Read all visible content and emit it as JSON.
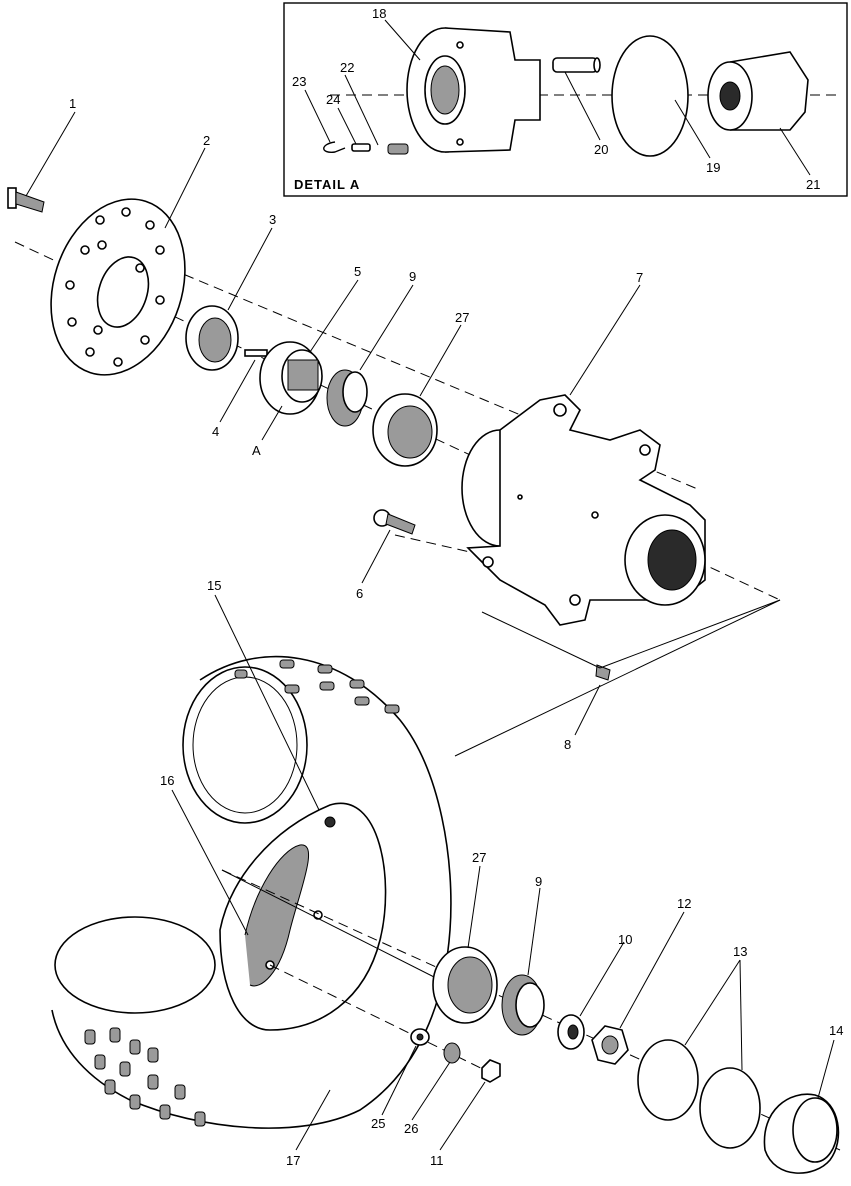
{
  "detail_box": {
    "title": "DETAIL A"
  },
  "callouts": {
    "c1": "1",
    "c2": "2",
    "c3": "3",
    "c4": "4",
    "cA": "A",
    "c5": "5",
    "c9a": "9",
    "c27a": "27",
    "c7": "7",
    "c6": "6",
    "c8": "8",
    "c15": "15",
    "c16": "16",
    "c17": "17",
    "c27b": "27",
    "c9b": "9",
    "c10": "10",
    "c12": "12",
    "c13": "13",
    "c14": "14",
    "c25": "25",
    "c26": "26",
    "c11": "11",
    "c18": "18",
    "c22": "22",
    "c23": "23",
    "c24": "24",
    "c20": "20",
    "c19": "19",
    "c21": "21"
  }
}
